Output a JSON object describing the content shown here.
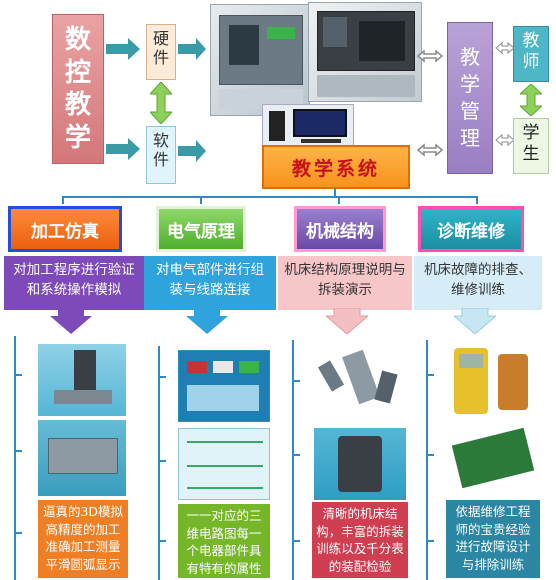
{
  "top": {
    "title": "数控教学",
    "hardware": "硬件",
    "software": "软件",
    "system": "教学系统",
    "management": "教学管理",
    "teacher": "教师",
    "student": "学生"
  },
  "categories": [
    {
      "label": "加工仿真",
      "description": "对加工程序进行验证和系统操作模拟",
      "note": "逼真的3D模拟高精度的加工准确加工测量平滑圆弧显示"
    },
    {
      "label": "电气原理",
      "description": "对电气部件进行组装与线路连接",
      "note": "一一对应的三维电路图每一个电器部件具有特有的属性"
    },
    {
      "label": "机械结构",
      "description": "机床结构原理说明与拆装演示",
      "note": "清晰的机床结构，丰富的拆装训练以及千分表的装配检验"
    },
    {
      "label": "诊断维修",
      "description": "机床故障的排查、维修训练",
      "note": "依据维修工程师的宝贵经验进行故障设计与排除训练"
    }
  ]
}
